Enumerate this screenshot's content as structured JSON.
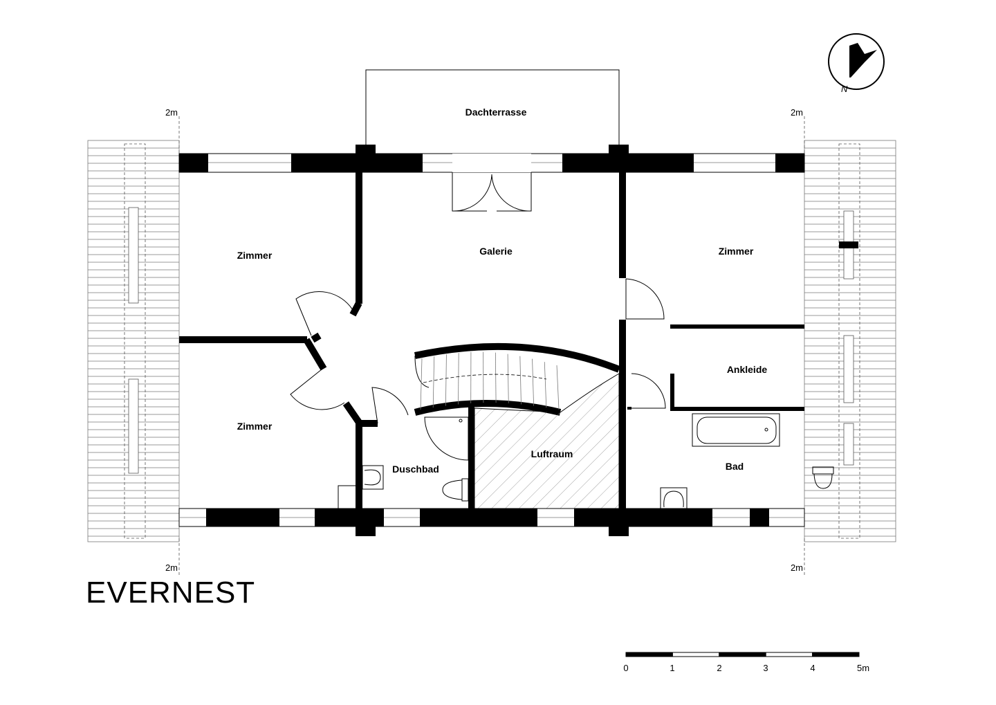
{
  "rooms": {
    "dachterrasse": "Dachterrasse",
    "galerie": "Galerie",
    "zimmer_nw": "Zimmer",
    "zimmer_sw": "Zimmer",
    "zimmer_ne": "Zimmer",
    "ankleide": "Ankleide",
    "luftraum": "Luftraum",
    "duschbad": "Duschbad",
    "bad": "Bad"
  },
  "dimension_marks": {
    "top_left": "2m",
    "top_right": "2m",
    "bottom_left": "2m",
    "bottom_right": "2m"
  },
  "brand": "EVERNEST",
  "north_arrow": {
    "icon": "north-arrow-icon",
    "label": "N"
  },
  "scale_bar": {
    "labels": [
      "0",
      "1",
      "2",
      "3",
      "4",
      "5m"
    ],
    "unit": "m"
  }
}
